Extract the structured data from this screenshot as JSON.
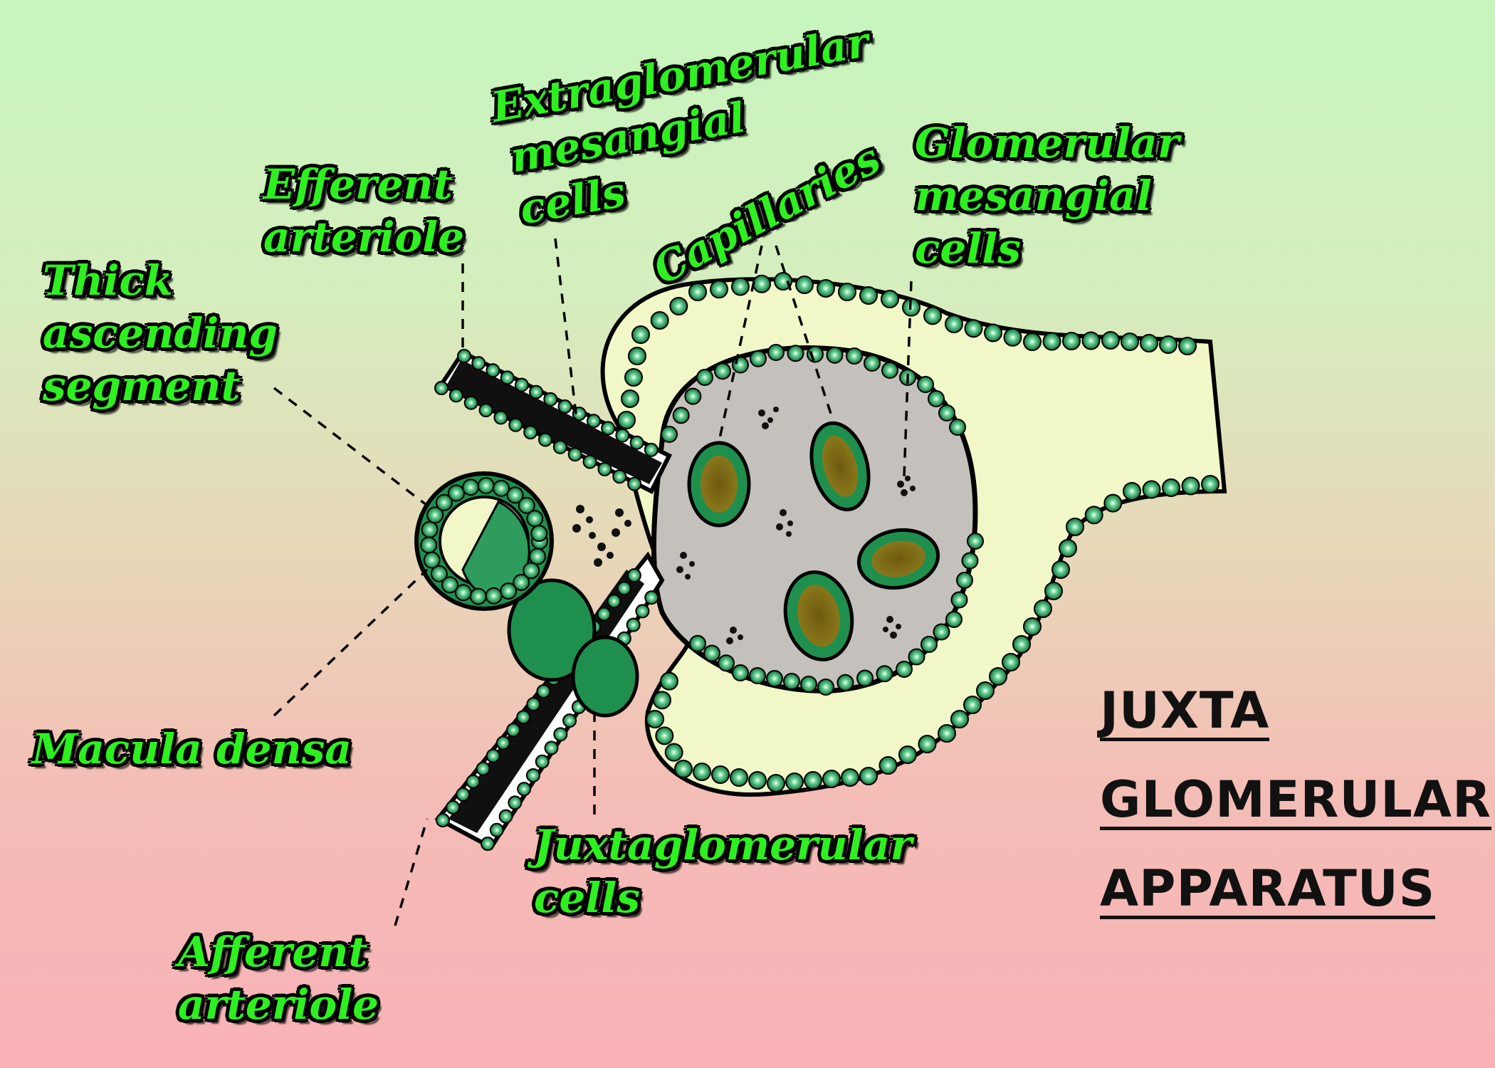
{
  "title": {
    "lines": [
      "JUXTA",
      "GLOMERULAR",
      "APPARATUS"
    ]
  },
  "labels": {
    "extraglomerular": [
      "Extraglomerular",
      "mesangial",
      "cells"
    ],
    "efferent": [
      "Efferent",
      "arteriole"
    ],
    "capillaries": "Capillaries",
    "glomerular_mesangial": [
      "Glomerular",
      "mesangial",
      "cells"
    ],
    "thick_ascending": [
      "Thick",
      "ascending",
      "segment"
    ],
    "macula_densa": "Macula densa",
    "juxtaglomerular": [
      "Juxtaglomerular",
      "cells"
    ],
    "afferent": [
      "Afferent",
      "arteriole"
    ]
  },
  "colors": {
    "label_text": "#2ef020",
    "label_outline": "#000000",
    "cell_green": "#1f8f4e",
    "capsule_space": "#f2f7c8",
    "glomerulus": "#c4c0bb",
    "title_text": "#111111"
  }
}
